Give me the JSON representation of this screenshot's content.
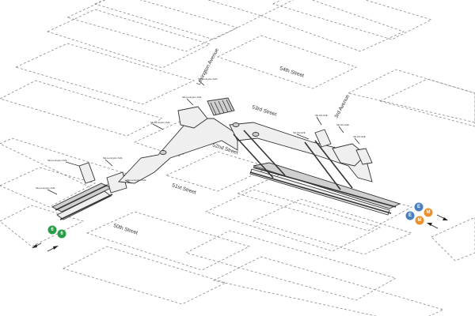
{
  "streets": {
    "lexington": "Lexington Avenue",
    "third": "3rd Avenue",
    "s54": "54th Street",
    "s53": "53rd Street",
    "s52": "52nd Street",
    "s51": "51st Street",
    "s50": "50th Street"
  },
  "routes": {
    "west": [
      {
        "letter": "6",
        "color": "#2a9d4a"
      },
      {
        "letter": "6",
        "color": "#2a9d4a"
      }
    ],
    "east": [
      {
        "letter": "E",
        "color": "#4a7fc1"
      },
      {
        "letter": "M",
        "color": "#e8912d"
      },
      {
        "letter": "E",
        "color": "#4a7fc1"
      },
      {
        "letter": "M",
        "color": "#e8912d"
      }
    ]
  }
}
